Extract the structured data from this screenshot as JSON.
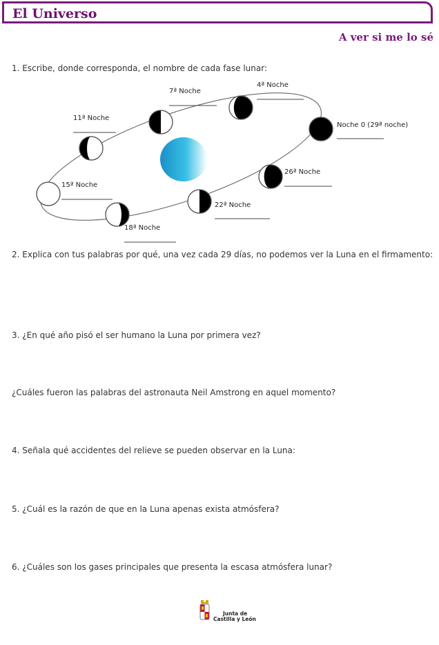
{
  "header": {
    "title": "El Universo",
    "subtitle": "A ver si me lo sé"
  },
  "questions": [
    "1. Escribe, donde corresponda, el nombre de cada fase lunar:",
    "2. Explica con tus palabras por qué, una vez cada 29 días, no podemos ver la Luna en el firmamento:",
    "3. ¿En qué año pisó el ser humano la Luna por primera vez?",
    "¿Cuáles fueron las palabras del astronauta Neil Amstrong en aquel momento?",
    "4. Señala qué accidentes del relieve se pueden observar en la Luna:",
    "5. ¿Cuál es la razón de que en la Luna apenas exista atmósfera?",
    "6. ¿Cuáles son los gases principales que presenta la escasa atmósfera lunar?"
  ],
  "diagram": {
    "phases": [
      {
        "label": "Noche 0 (29ª noche)",
        "phase": "new"
      },
      {
        "label": "4ª Noche",
        "phase": "waxing-crescent"
      },
      {
        "label": "7ª Noche",
        "phase": "first-quarter"
      },
      {
        "label": "11ª Noche",
        "phase": "waxing-gibbous"
      },
      {
        "label": "15ª Noche",
        "phase": "full"
      },
      {
        "label": "18ª Noche",
        "phase": "waning-gibbous"
      },
      {
        "label": "22ª Noche",
        "phase": "last-quarter"
      },
      {
        "label": "26ª Noche",
        "phase": "waning-crescent"
      }
    ]
  },
  "footer": {
    "logo_line1": "Junta de",
    "logo_line2": "Castilla y León"
  }
}
